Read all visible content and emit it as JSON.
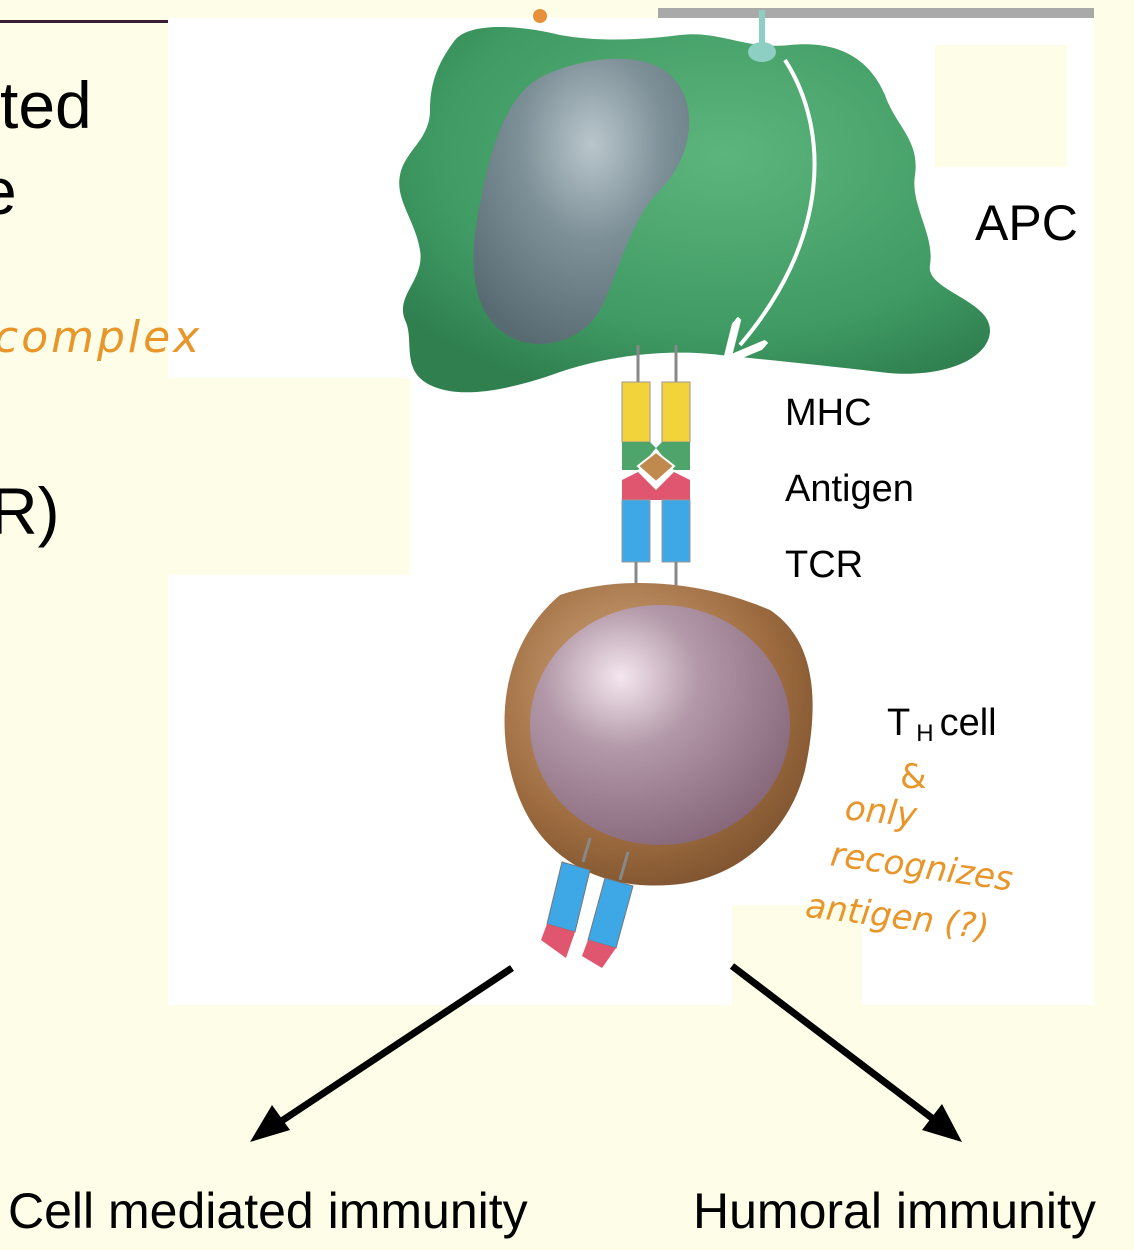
{
  "left_fragments": {
    "line1": "ted",
    "line2": "e",
    "line3": "R)"
  },
  "handwritten": {
    "complex": "complex",
    "and_mark": "&",
    "line1": "only",
    "line2": "recognizes",
    "line3": "antigen (?)"
  },
  "labels": {
    "apc": "APC",
    "mhc": "MHC",
    "antigen": "Antigen",
    "tcr": "TCR",
    "th_prefix": "T",
    "th_sub": "H",
    "th_suffix": "cell"
  },
  "outcomes": {
    "left": "Cell mediated immunity",
    "right": "Humoral immunity"
  },
  "colors": {
    "background": "#fefde8",
    "apc_green": "#3f9a63",
    "nucleus_gray": "#6f858e",
    "mhc_yellow": "#f2d33a",
    "antigen_brown": "#c08a4e",
    "green_band": "#4ea56b",
    "tcr_pink": "#e0566f",
    "tcr_blue": "#3ea7e6",
    "tcell_brown": "#9c6a3e",
    "tcell_purple": "#9c7e93",
    "handwriting_orange": "#e8962a"
  }
}
